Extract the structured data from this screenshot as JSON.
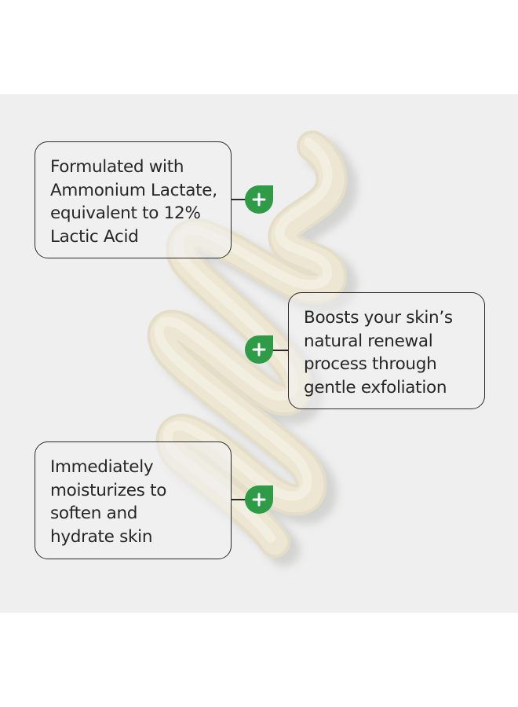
{
  "colors": {
    "page_background": "#ffffff",
    "stage_background": "#efefef",
    "lotion": "#ece6d3",
    "lotion_highlight": "#f6f2e6",
    "lotion_shadow": "#d6d6d4",
    "border": "#2b2b2b",
    "text": "#262626",
    "badge_green": "#2e9b46",
    "badge_plus": "#ffffff"
  },
  "callouts": [
    {
      "id": "lactic-acid",
      "lines": [
        "Formulated with",
        "Ammonium Lactate,",
        "equivalent to 12%",
        "Lactic Acid"
      ],
      "badge_icon": "plus-leaf-icon"
    },
    {
      "id": "renewal",
      "lines": [
        "Boosts your skin’s",
        "natural renewal",
        "process through",
        "gentle exfoliation"
      ],
      "badge_icon": "plus-leaf-icon"
    },
    {
      "id": "moisturize",
      "lines": [
        "Immediately",
        "moisturizes to",
        "soften and",
        "hydrate skin"
      ],
      "badge_icon": "plus-leaf-icon"
    }
  ]
}
